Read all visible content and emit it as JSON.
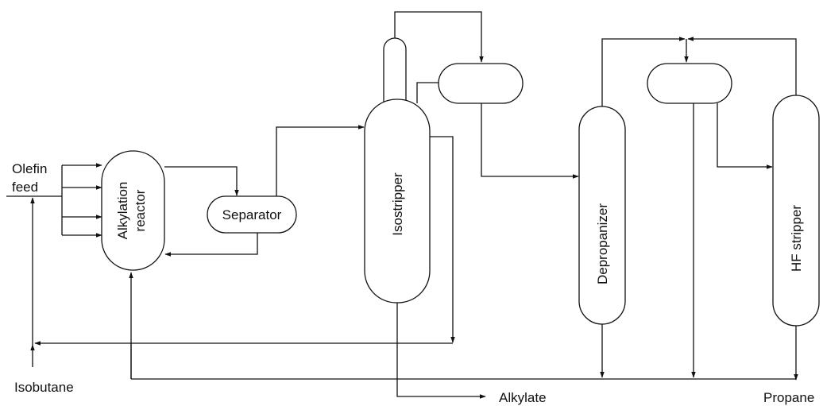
{
  "labels": {
    "olefin_line1": "Olefin",
    "olefin_line2": "feed",
    "isobutane": "Isobutane",
    "alkylate": "Alkylate",
    "propane": "Propane"
  },
  "units": {
    "alkylation_reactor_line1": "Alkylation",
    "alkylation_reactor_line2": "reactor",
    "separator": "Separator",
    "isostripper": "Isostripper",
    "depropanizer": "Depropanizer",
    "hf_stripper": "HF stripper"
  },
  "colors": {
    "stroke": "#111111",
    "background": "#ffffff"
  }
}
